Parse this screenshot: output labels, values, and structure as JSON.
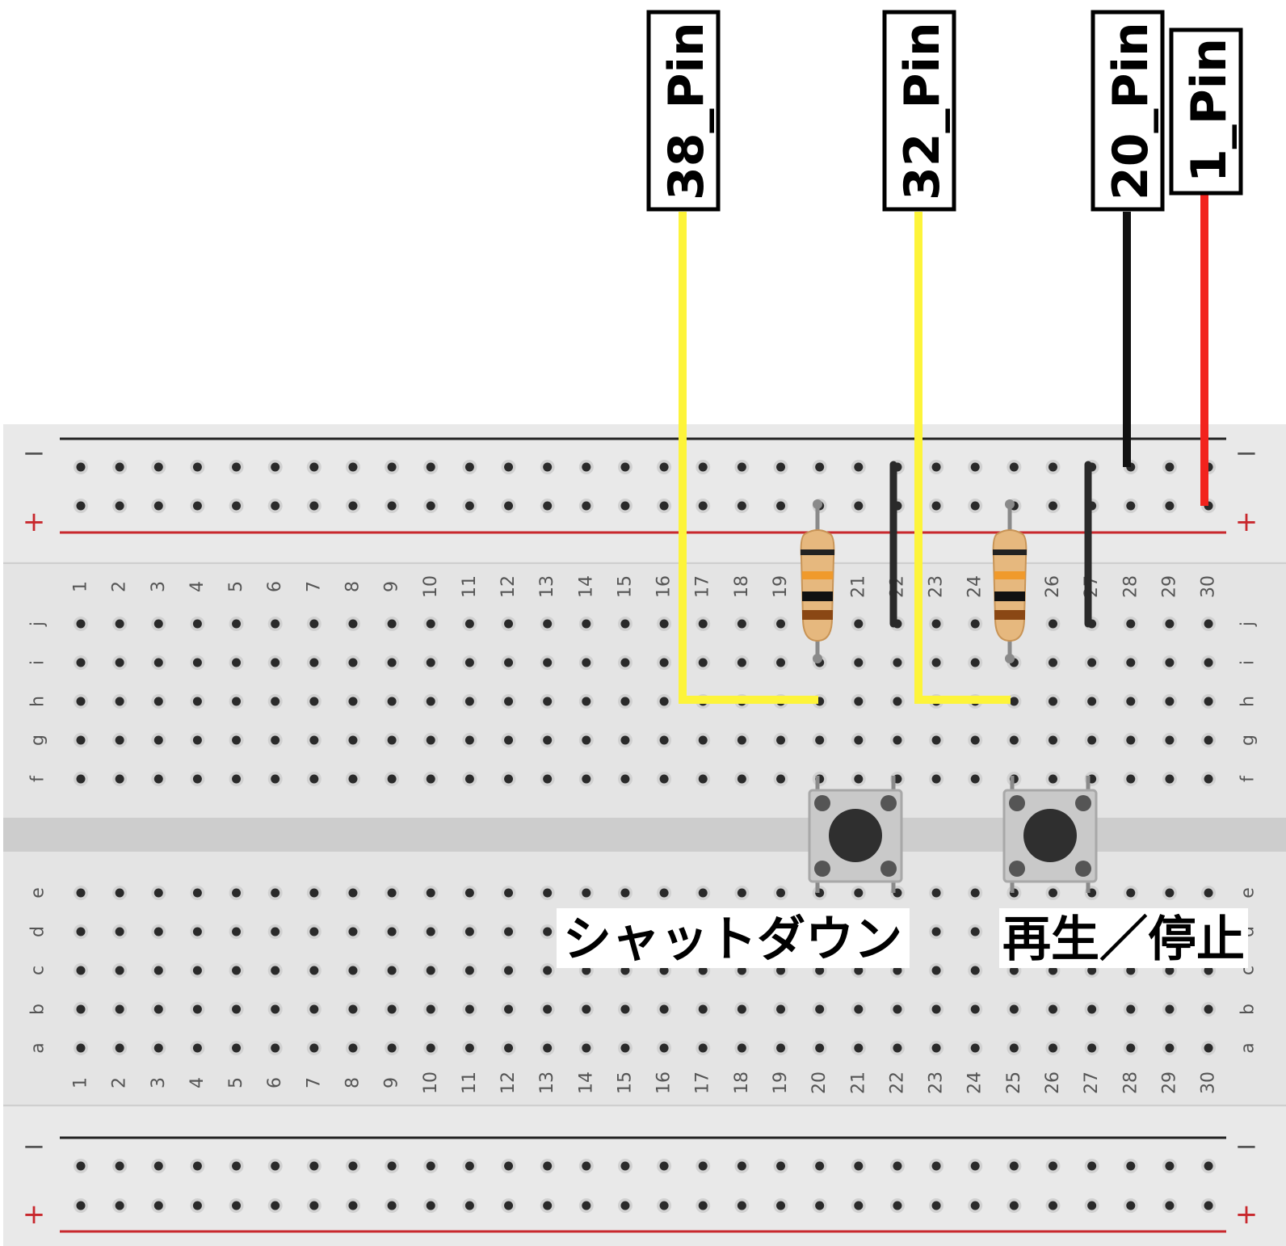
{
  "breadboard": {
    "columns": [
      "1",
      "2",
      "3",
      "4",
      "5",
      "6",
      "7",
      "8",
      "9",
      "10",
      "11",
      "12",
      "13",
      "14",
      "15",
      "16",
      "17",
      "18",
      "19",
      "20",
      "21",
      "22",
      "23",
      "24",
      "25",
      "26",
      "27",
      "28",
      "29",
      "30"
    ],
    "top_rows": [
      "j",
      "i",
      "h",
      "g",
      "f"
    ],
    "bottom_rows": [
      "e",
      "d",
      "c",
      "b",
      "a"
    ],
    "rail_minus": "−",
    "rail_plus": "+",
    "rail_minus_color": "#222222",
    "rail_plus_color": "#c8282d",
    "body_color": "#e4e4e4"
  },
  "header_pins": [
    {
      "label": "38_Pin",
      "wire_color": "#fdf43a"
    },
    {
      "label": "32_Pin",
      "wire_color": "#fdf43a"
    },
    {
      "label": "20_Pin",
      "wire_color": "#111111"
    },
    {
      "label": "1_Pin",
      "wire_color": "#f2231d"
    }
  ],
  "buttons": [
    {
      "label": "シャットダウン"
    },
    {
      "label": "再生／停止"
    }
  ]
}
